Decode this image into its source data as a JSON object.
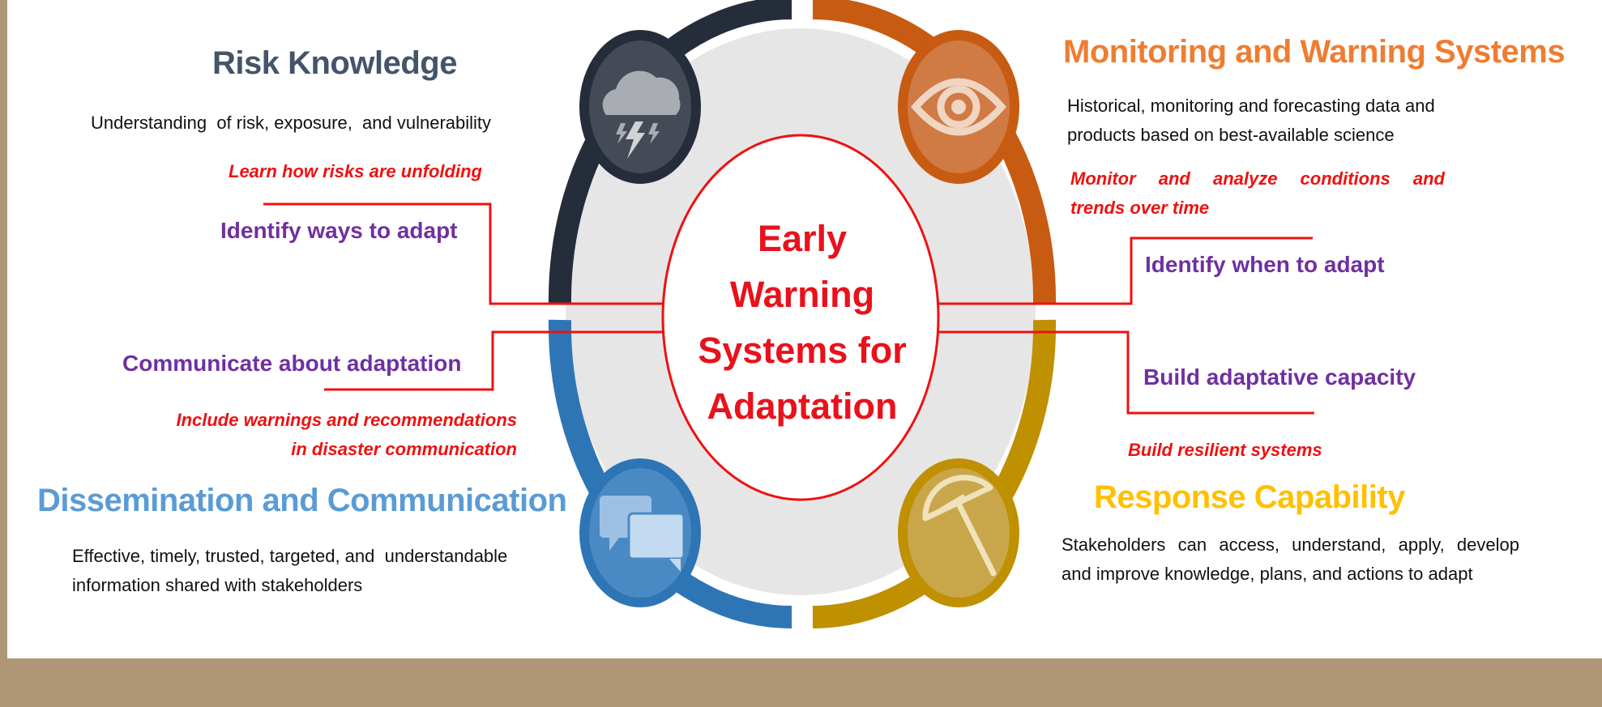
{
  "center": {
    "lines": [
      "Early",
      "Warning",
      "Systems for",
      "Adaptation"
    ]
  },
  "quadrants": {
    "risk_knowledge": {
      "title": "Risk Knowledge",
      "description": "Understanding  of risk, exposure,  and vulnerability",
      "note": "Learn how risks are unfolding",
      "action": "Identify ways to adapt",
      "color": "#252d3a",
      "icon": "storm-cloud-icon"
    },
    "monitoring": {
      "title": "Monitoring and Warning Systems",
      "description": [
        "Historical, monitoring and forecasting data and",
        "products based on best-available science"
      ],
      "note": [
        "Monitor and analyze conditions and",
        "trends over time"
      ],
      "action": "Identify when to adapt",
      "color": "#c75b12",
      "title_color": "#ee7d31",
      "icon": "eye-icon"
    },
    "dissemination": {
      "title": "Dissemination and Communication",
      "description": [
        "Effective, timely, trusted, targeted, and  understandable",
        "information shared with stakeholders"
      ],
      "note": [
        "Include warnings and recommendations",
        "in disaster communication"
      ],
      "action": "Communicate about adaptation",
      "color": "#2e75b6",
      "title_color": "#5b9bd5",
      "icon": "speech-bubbles-icon"
    },
    "response": {
      "title": "Response Capability",
      "description": [
        "Stakeholders can access, understand, apply, develop",
        "and improve knowledge, plans, and actions to adapt"
      ],
      "note": "Build resilient systems",
      "action": "Build adaptative capacity",
      "color": "#bf9000",
      "title_color": "#ffc000",
      "icon": "umbrella-icon"
    }
  },
  "colors": {
    "frame": "#ae9676",
    "connector": "#ee1111",
    "inner_ring": "#e6e6e6",
    "action_text": "#7030a0",
    "center_text": "#e8121c"
  }
}
